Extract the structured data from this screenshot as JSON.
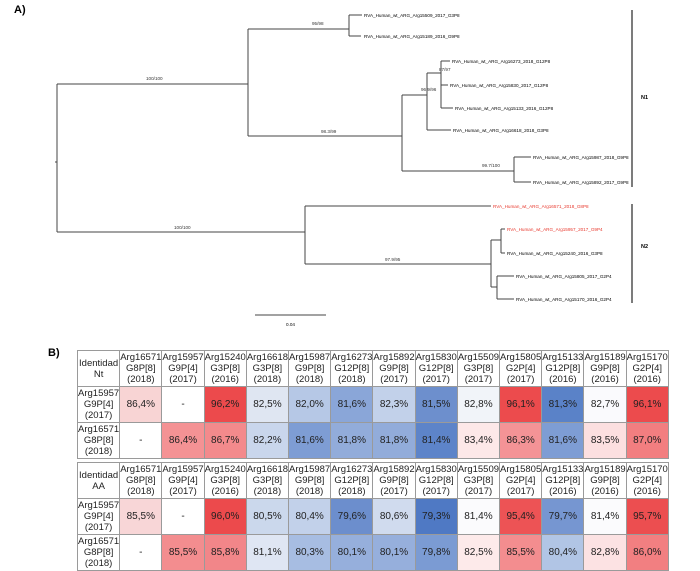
{
  "panel_a_label": "A)",
  "panel_b_label": "B)",
  "tree": {
    "leaves": [
      {
        "label": "RVA_Human_wt_ARG_Arg15509_2017_G3P8",
        "color": "#222222"
      },
      {
        "label": "RVA_Human_wt_ARG_Arg15189_2016_G9P8",
        "color": "#222222"
      },
      {
        "label": "RVA_Human_wt_ARG_Arg16273_2018_G12P8",
        "color": "#222222"
      },
      {
        "label": "RVA_Human_wt_ARG_Arg15830_2017_G12P8",
        "color": "#222222"
      },
      {
        "label": "RVA_Human_wt_ARG_Arg15133_2016_G12P8",
        "color": "#222222"
      },
      {
        "label": "RVA_Human_wt_ARG_Arg16618_2018_G3P8",
        "color": "#222222"
      },
      {
        "label": "RVA_Human_wt_ARG_Arg15987_2018_G9P8",
        "color": "#222222"
      },
      {
        "label": "RVA_Human_wt_ARG_Arg15892_2017_G9P8",
        "color": "#222222"
      },
      {
        "label": "RVA_Human_wt_ARG_Arg16571_2018_G8P8",
        "color": "#e8392e"
      },
      {
        "label": "RVA_Human_wt_ARG_Arg15957_2017_G9P4",
        "color": "#e8392e"
      },
      {
        "label": "RVA_Human_wt_ARG_Arg15240_2016_G3P8",
        "color": "#222222"
      },
      {
        "label": "RVA_Human_wt_ARG_Arg15805_2017_G2P4",
        "color": "#222222"
      },
      {
        "label": "RVA_Human_wt_ARG_Arg15170_2016_G2P4",
        "color": "#222222"
      }
    ],
    "support_labels": [
      "95/98",
      "100/100",
      "87/97",
      "96.9/96",
      "98.3/99",
      "99.7/100",
      "100/100",
      "97.9/95"
    ],
    "clades": [
      "N1",
      "N2"
    ],
    "scale_label": "0.04"
  },
  "tables": [
    {
      "corner": [
        "Identidad",
        "Nt"
      ],
      "columns": [
        [
          "Arg16571",
          "G8P[8]",
          "(2018)"
        ],
        [
          "Arg15957",
          "G9P[4]",
          "(2017)"
        ],
        [
          "Arg15240",
          "G3P[8]",
          "(2016)"
        ],
        [
          "Arg16618",
          "G3P[8]",
          "(2018)"
        ],
        [
          "Arg15987",
          "G9P[8]",
          "(2018)"
        ],
        [
          "Arg16273",
          "G12P[8]",
          "(2018)"
        ],
        [
          "Arg15892",
          "G9P[8]",
          "(2017)"
        ],
        [
          "Arg15830",
          "G12P[8]",
          "(2017)"
        ],
        [
          "Arg15509",
          "G3P[8]",
          "(2017)"
        ],
        [
          "Arg15805",
          "G2P[4]",
          "(2017)"
        ],
        [
          "Arg15133",
          "G12P[8]",
          "(2016)"
        ],
        [
          "Arg15189",
          "G9P[8]",
          "(2016)"
        ],
        [
          "Arg15170",
          "G2P[4]",
          "(2016)"
        ]
      ],
      "rows": [
        {
          "header": [
            "Arg15957",
            "G9P[4]",
            "(2017)"
          ],
          "values": [
            "86,4%",
            "-",
            "96,2%",
            "82,5%",
            "82,0%",
            "81,6%",
            "82,3%",
            "81,5%",
            "82,8%",
            "96,1%",
            "81,3%",
            "82,7%",
            "96,1%"
          ],
          "colors": [
            "#f8d4d4",
            "#ffffff",
            "#ec4a4c",
            "#dfe6f2",
            "#b6c8e6",
            "#8aa6d8",
            "#c2d1ea",
            "#6d8fcd",
            "#f1f4f9",
            "#ec4b4d",
            "#5a82c8",
            "#fafafd",
            "#ec4b4d"
          ]
        },
        {
          "header": [
            "Arg16571",
            "G8P[8]",
            "(2018)"
          ],
          "values": [
            "-",
            "86,4%",
            "86,7%",
            "82,2%",
            "81,6%",
            "81,8%",
            "81,8%",
            "81,4%",
            "83,4%",
            "86,3%",
            "81,6%",
            "83,5%",
            "87,0%"
          ],
          "colors": [
            "#ffffff",
            "#f49294",
            "#f38a8c",
            "#c9d6ec",
            "#7e9dd4",
            "#92acda",
            "#92acda",
            "#5d84c9",
            "#fde8e8",
            "#f49396",
            "#7e9dd4",
            "#fcdfe0",
            "#f27e80"
          ]
        }
      ]
    },
    {
      "corner": [
        "Identidad",
        "AA"
      ],
      "columns": [
        [
          "Arg16571",
          "G8P[8]",
          "(2018)"
        ],
        [
          "Arg15957",
          "G9P[4]",
          "(2017)"
        ],
        [
          "Arg15240",
          "G3P[8]",
          "(2016)"
        ],
        [
          "Arg16618",
          "G3P[8]",
          "(2018)"
        ],
        [
          "Arg15987",
          "G9P[8]",
          "(2018)"
        ],
        [
          "Arg16273",
          "G12P[8]",
          "(2018)"
        ],
        [
          "Arg15892",
          "G9P[8]",
          "(2017)"
        ],
        [
          "Arg15830",
          "G12P[8]",
          "(2017)"
        ],
        [
          "Arg15509",
          "G3P[8]",
          "(2017)"
        ],
        [
          "Arg15805",
          "G2P[4]",
          "(2017)"
        ],
        [
          "Arg15133",
          "G12P[8]",
          "(2016)"
        ],
        [
          "Arg15189",
          "G9P[8]",
          "(2016)"
        ],
        [
          "Arg15170",
          "G2P[4]",
          "(2016)"
        ]
      ],
      "rows": [
        {
          "header": [
            "Arg15957",
            "G9P[4]",
            "(2017)"
          ],
          "values": [
            "85,5%",
            "-",
            "96,0%",
            "80,5%",
            "80,4%",
            "79,6%",
            "80,6%",
            "79,3%",
            "81,4%",
            "95,4%",
            "79,7%",
            "81,4%",
            "95,7%"
          ],
          "colors": [
            "#f8d6d7",
            "#ffffff",
            "#ec4a4c",
            "#cbd8ec",
            "#c2d1ea",
            "#6c8ecd",
            "#d0dbee",
            "#4f79c4",
            "#fbfbfd",
            "#ed5355",
            "#7696d1",
            "#fbfbfd",
            "#ec4e50"
          ]
        },
        {
          "header": [
            "Arg16571",
            "G8P[8]",
            "(2018)"
          ],
          "values": [
            "-",
            "85,5%",
            "85,8%",
            "81,1%",
            "80,3%",
            "80,1%",
            "80,1%",
            "79,8%",
            "82,5%",
            "85,5%",
            "80,4%",
            "82,8%",
            "86,0%"
          ],
          "colors": [
            "#ffffff",
            "#f38d8f",
            "#f28689",
            "#dfe6f3",
            "#a7bde2",
            "#96afdc",
            "#96afdc",
            "#7b9bd3",
            "#fdeaea",
            "#f38d8f",
            "#b1c5e5",
            "#fce2e3",
            "#f27f81"
          ]
        }
      ]
    }
  ]
}
